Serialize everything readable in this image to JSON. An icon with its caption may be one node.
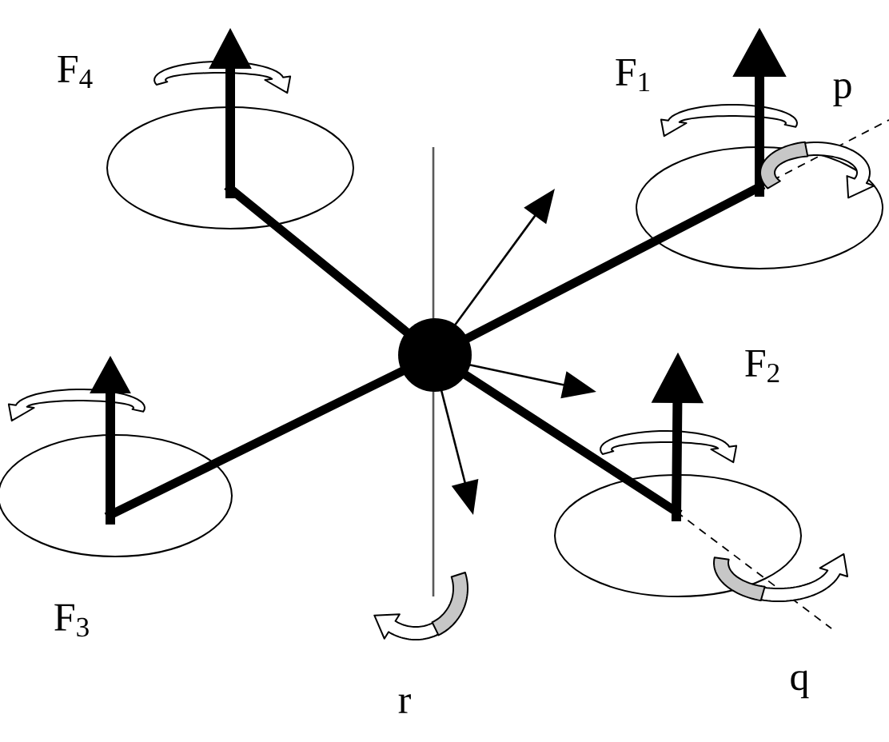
{
  "diagram": {
    "labels": [
      "F$_{4}$",
      "F$_{1}$",
      "p",
      "F$_{2}$",
      "F$_{3}$",
      "q",
      "r"
    ]
  }
}
